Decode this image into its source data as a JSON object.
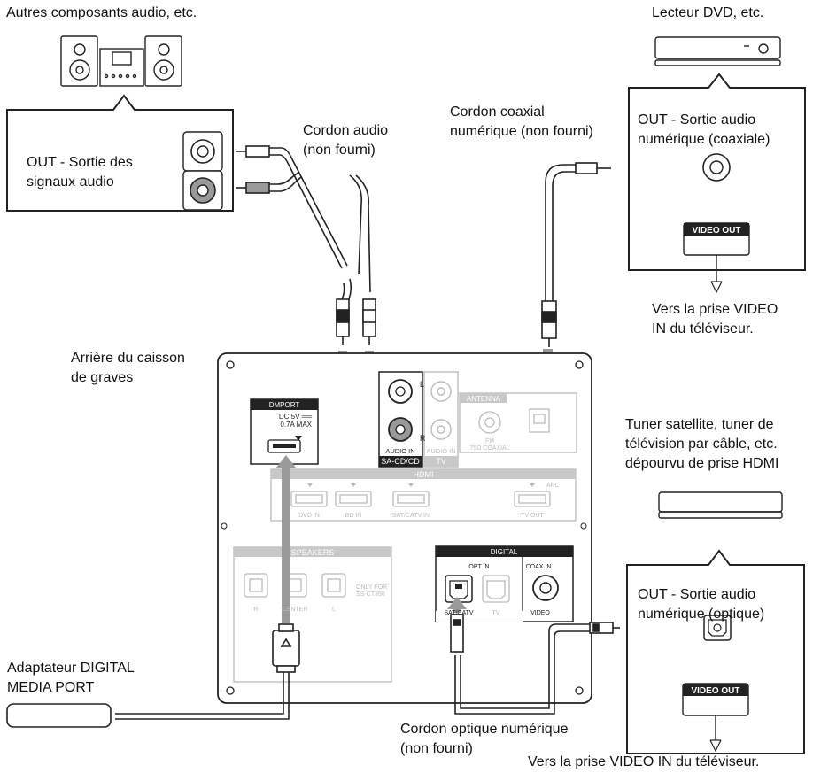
{
  "labels": {
    "other_audio": "Autres composants audio, etc.",
    "dvd_player": "Lecteur DVD, etc.",
    "audio_cord_1": "Cordon audio",
    "audio_cord_2": "(non fourni)",
    "coax_cord_1": "Cordon coaxial",
    "coax_cord_2": "numérique (non fourni)",
    "out_audio_1": "OUT - Sortie des",
    "out_audio_2": "signaux audio",
    "out_coax_1": "OUT - Sortie audio",
    "out_coax_2": "numérique (coaxiale)",
    "to_tv_1a": "Vers la prise VIDEO",
    "to_tv_1b": "IN du téléviseur.",
    "sub_rear_1": "Arrière du caisson",
    "sub_rear_2": "de graves",
    "tuner_1": "Tuner satellite, tuner de",
    "tuner_2": "télévision par câble, etc.",
    "tuner_3": "dépourvu de prise HDMI",
    "out_opt_1": "OUT - Sortie audio",
    "out_opt_2": "numérique (optique)",
    "dmport_adapter_1": "Adaptateur DIGITAL",
    "dmport_adapter_2": "MEDIA PORT",
    "opt_cord_1": "Cordon optique numérique",
    "opt_cord_2": "(non fourni)",
    "to_tv_2": "Vers la prise VIDEO IN du téléviseur."
  },
  "panel": {
    "dmport": "DMPORT",
    "dc": "DC 5V ══",
    "amp": "0.7A MAX",
    "audio_in": "AUDIO IN",
    "sa_cd": "SA-CD/CD",
    "audio_in_tv": "AUDIO IN",
    "tv": "TV",
    "l": "L",
    "r": "R",
    "antenna": "ANTENNA",
    "fm": "FM",
    "fm_ohm": "75Ω COAXIAL",
    "hdmi": "HDMI",
    "dvd_in": "DVD IN",
    "bd_in": "BD IN",
    "satcatv_in": "SAT/CATV IN",
    "tv_out": "TV OUT",
    "arc": "ARC",
    "speakers": "SPEAKERS",
    "sp_r": "R",
    "sp_center": "CENTER",
    "sp_l": "L",
    "only_for_1": "ONLY FOR",
    "only_for_2": "SS-CT350",
    "digital": "DIGITAL",
    "opt_in": "OPT IN",
    "coax_in": "COAX IN",
    "sat_catv": "SAT/CATV",
    "tv_opt": "TV",
    "video": "VIDEO"
  },
  "video_out": "VIDEO OUT"
}
